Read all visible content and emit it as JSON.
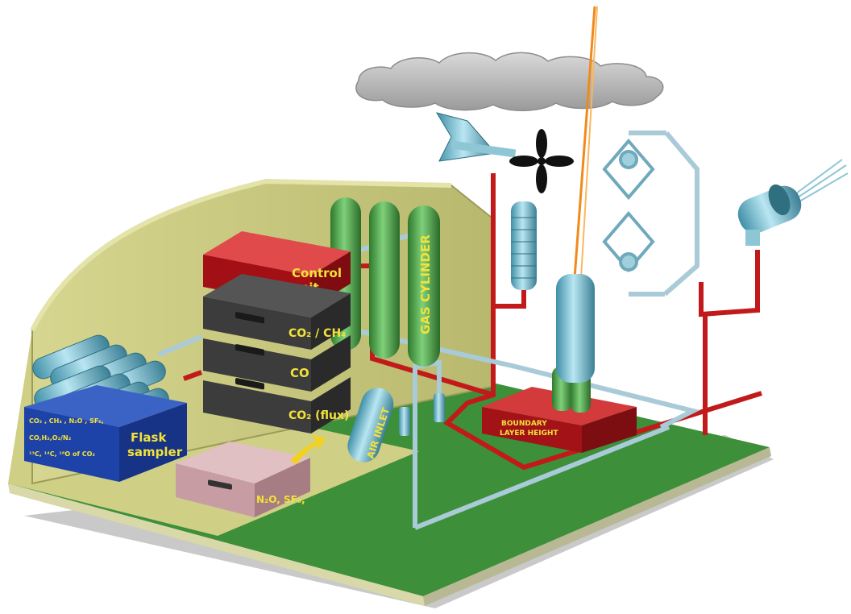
{
  "labels": {
    "control_unit_line1": "Control",
    "control_unit_line2": "unit",
    "co2_ch4": "CO₂ / CH₄",
    "co": "CO",
    "co2_flux": "CO₂ (flux)",
    "gas_cylinder": "GAS CYLINDER",
    "flask_sampler_line1": "Flask",
    "flask_sampler_line2": "sampler",
    "flask_species_line1": "CO₂ , CH₄ , N₂O , SF₆,",
    "flask_species_line2": "CO,H₂,O₂/N₂",
    "flask_species_line3": "¹³C, ¹⁴C, ¹⁸O of CO₂",
    "n2o_sf6": "N₂O, SF₆,",
    "air_inlet": "AIR INLET",
    "boundary_line1": "BOUNDARY",
    "boundary_line2": "LAYER HEIGHT"
  },
  "colors": {
    "floor": "#3d8f3a",
    "wall": "#cfcf86",
    "control_unit": "#b4161b",
    "analyzer": "#3c3c3c",
    "cylinder": "#4fae4a",
    "pipe_red": "#c21a1a",
    "pipe_blue": "#a9cbd8",
    "flask_box": "#1e43a8",
    "n2o_box": "#cba3a8",
    "label_text": "#f2e23a",
    "laser_beam": "#f08a1c"
  }
}
